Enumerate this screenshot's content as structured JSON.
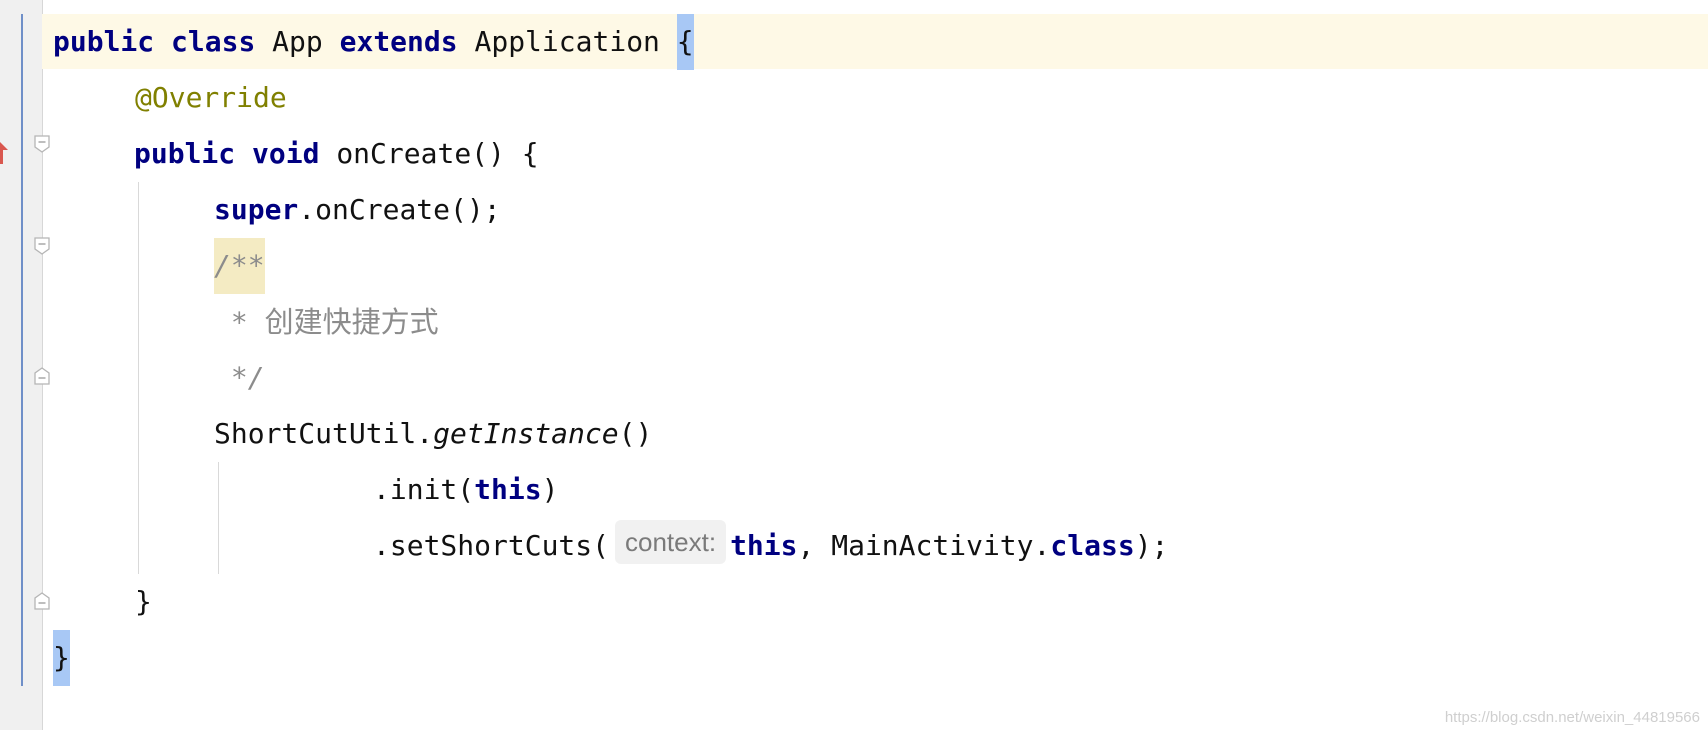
{
  "editor": {
    "lines": {
      "l1": {
        "kw1": "public",
        "kw2": "class",
        "name": "App",
        "kw3": "extends",
        "parent": "Application",
        "brace": "{"
      },
      "l2": {
        "annotation": "@Override"
      },
      "l3": {
        "kw1": "public",
        "kw2": "void",
        "rest": "onCreate() {"
      },
      "l4": {
        "kw": "super",
        "rest": ".onCreate();"
      },
      "l5": {
        "doc_open": "/**"
      },
      "l6": {
        "star": " * ",
        "text": "创建快捷方式"
      },
      "l7": {
        "doc_close": " */"
      },
      "l8": {
        "cls": "ShortCutUtil.",
        "method": "getInstance",
        "rest": "()"
      },
      "l9": {
        "pre": ".init(",
        "kw": "this",
        "post": ")"
      },
      "l10": {
        "pre": ".setShortCuts(",
        "hint": "context:",
        "kw": "this",
        "mid": ", MainActivity.",
        "kw2": "class",
        "post": ");"
      },
      "l11": {
        "brace": "}"
      },
      "l12": {
        "brace": "}"
      }
    }
  },
  "gutter": {
    "icons": [
      "override-arrow-icon",
      "fold-icon"
    ]
  },
  "watermark": "https://blog.csdn.net/weixin_44819566",
  "colors": {
    "keyword": "#000080",
    "annotation": "#808000",
    "comment": "#8c8c8c",
    "current_line": "#fef9e6",
    "brace_match": "#a8c8f5"
  }
}
